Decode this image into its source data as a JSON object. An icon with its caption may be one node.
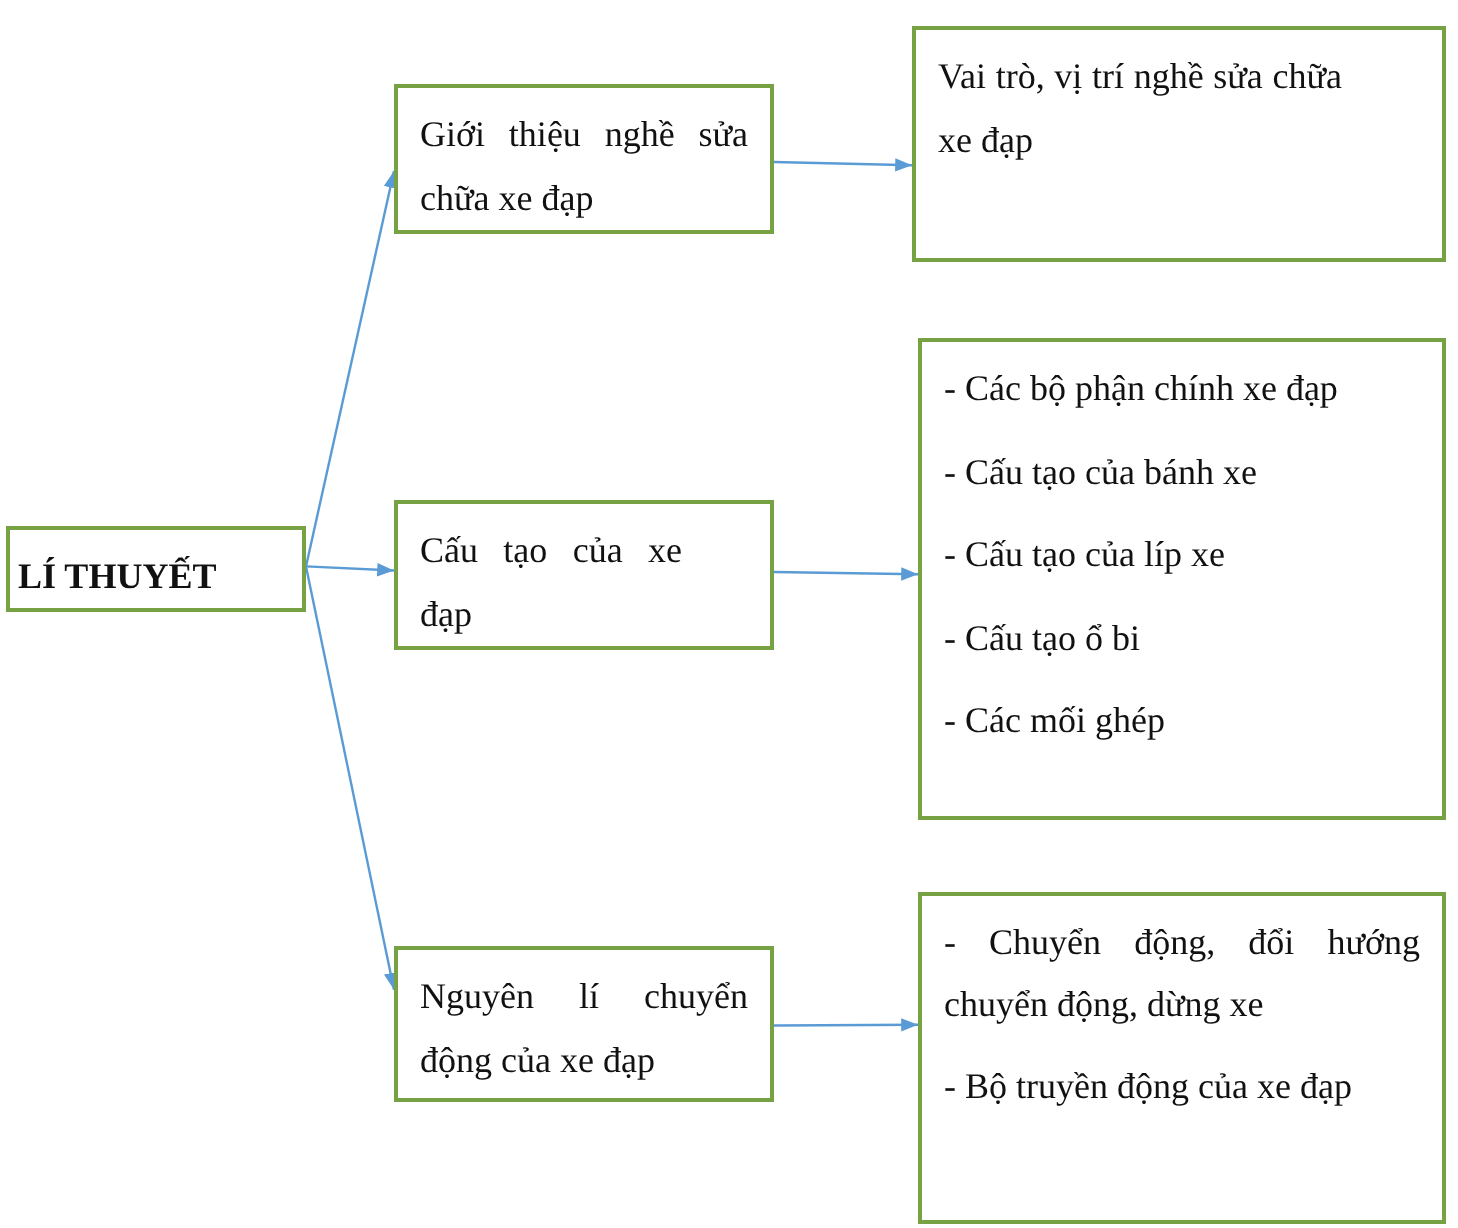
{
  "diagram": {
    "nodes": [
      {
        "text": [
          "LÍ THUYẾT"
        ]
      },
      {
        "text": [
          "Giới thiệu nghề sửa chữa xe đạp"
        ]
      },
      {
        "text": [
          "Vai trò, vị trí nghề sửa chữa xe đạp"
        ]
      },
      {
        "text": [
          "Cấu tạo của xe đạp"
        ]
      },
      {
        "text": [
          "- Các bộ phận chính xe đạp",
          "- Cấu tạo của bánh xe",
          "- Cấu tạo của líp xe",
          "- Cấu tạo ổ bi",
          "- Các mối ghép"
        ]
      },
      {
        "text": [
          "Nguyên lí chuyển động của xe đạp"
        ]
      },
      {
        "text": [
          "- Chuyển động, đổi hướng chuyển động, dừng xe",
          "- Bộ truyền động của xe đạp"
        ]
      }
    ],
    "edges": [
      {
        "from": 0,
        "to": 1,
        "arrow": "to"
      },
      {
        "from": 0,
        "to": 3,
        "arrow": "to"
      },
      {
        "from": 0,
        "to": 5,
        "arrow": "to"
      },
      {
        "from": 1,
        "to": 2,
        "arrow": "to"
      },
      {
        "from": 3,
        "to": 4,
        "arrow": "to"
      },
      {
        "from": 5,
        "to": 6,
        "arrow": "to"
      }
    ]
  }
}
